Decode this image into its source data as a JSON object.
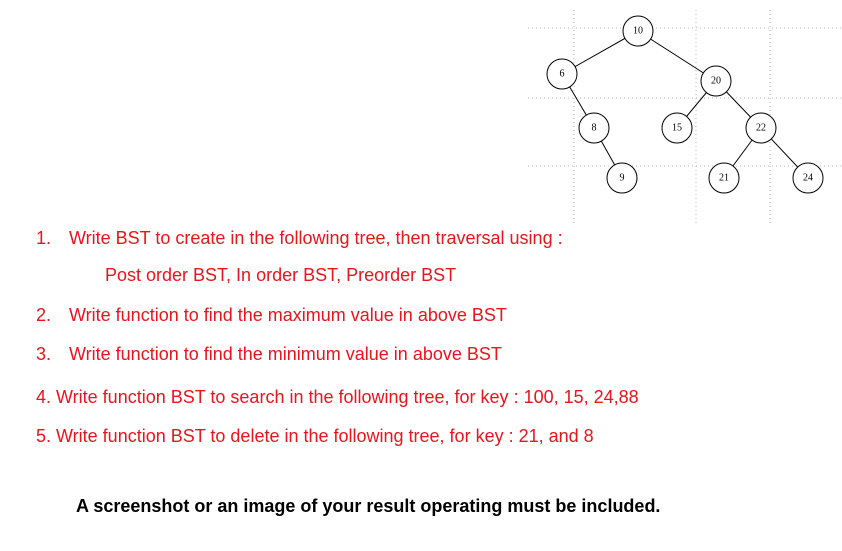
{
  "tree": {
    "nodes": [
      "10",
      "6",
      "20",
      "8",
      "15",
      "22",
      "9",
      "21",
      "24"
    ]
  },
  "questions": [
    {
      "num": "1.",
      "text": "Write BST to create  in the following tree, then traversal using :"
    },
    {
      "sub": "Post order BST, In order BST, Preorder  BST"
    },
    {
      "num": "2.",
      "text": "Write function to find the maximum value in above BST"
    },
    {
      "num": "3.",
      "text": "Write function to find the minimum value in above BST"
    },
    {
      "text": "4. Write function BST to search in the following tree, for key : 100, 15, 24,88"
    },
    {
      "text": "5. Write function BST to delete  in the following tree, for key : 21, and 8"
    }
  ],
  "note": "A screenshot or an image of your result operating must be included.",
  "colors": {
    "question_text": "#e8151b",
    "note_text": "#000000"
  }
}
